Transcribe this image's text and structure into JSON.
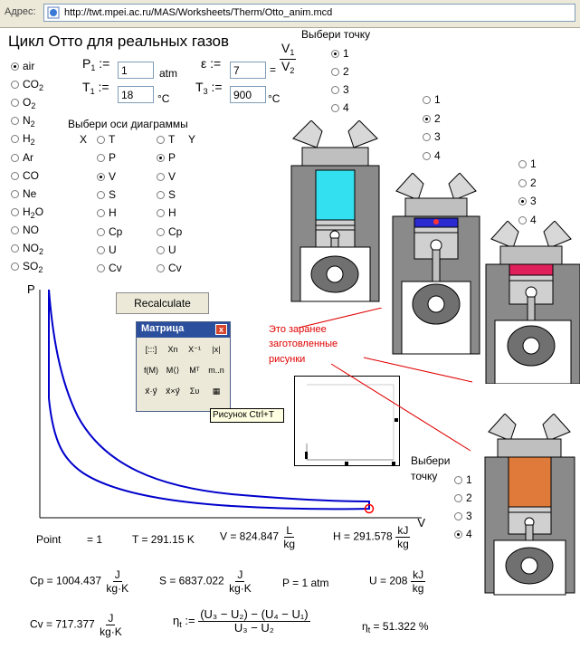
{
  "browser": {
    "address_label": "Адрес:",
    "url": "http://twt.mpei.ac.ru/MAS/Worksheets/Therm/Otto_anim.mcd"
  },
  "title": "Цикл Отто для реальных газов",
  "gases": [
    {
      "label": "air",
      "sub": "",
      "selected": true
    },
    {
      "label": "CO",
      "sub": "2",
      "selected": false
    },
    {
      "label": "O",
      "sub": "2",
      "selected": false
    },
    {
      "label": "N",
      "sub": "2",
      "selected": false
    },
    {
      "label": "H",
      "sub": "2",
      "selected": false
    },
    {
      "label": "Ar",
      "sub": "",
      "selected": false
    },
    {
      "label": "CO",
      "sub": "",
      "selected": false
    },
    {
      "label": "Ne",
      "sub": "",
      "selected": false
    },
    {
      "label": "H",
      "sub": "2",
      "after": "O",
      "selected": false
    },
    {
      "label": "NO",
      "sub": "",
      "selected": false
    },
    {
      "label": "NO",
      "sub": "2",
      "selected": false
    },
    {
      "label": "SO",
      "sub": "2",
      "selected": false
    }
  ],
  "inputs": {
    "p1_label": "P",
    "p1_sub": "1",
    "p1_value": "1",
    "p1_unit": "atm",
    "t1_label": "T",
    "t1_sub": "1",
    "t1_value": "18",
    "t1_unit": "°C",
    "eps_label": "ε",
    "eps_value": "7",
    "eps_num": "V",
    "eps_num_sub": "1",
    "eps_den": "V",
    "eps_den_sub": "2",
    "t3_label": "T",
    "t3_sub": "3",
    "t3_value": "900",
    "t3_unit": "°C",
    "assign": ":="
  },
  "point_select_top": {
    "title": "Выбери точку",
    "options": [
      "1",
      "2",
      "3",
      "4"
    ],
    "selected": "1"
  },
  "point_select_2": {
    "options": [
      "1",
      "2",
      "3",
      "4"
    ],
    "selected": "2"
  },
  "point_select_3": {
    "options": [
      "1",
      "2",
      "3",
      "4"
    ],
    "selected": "3"
  },
  "point_select_bottom": {
    "title": "Выбери",
    "title2": "точку",
    "options": [
      "1",
      "2",
      "3",
      "4"
    ],
    "selected": "4"
  },
  "axes": {
    "title": "Выбери оси диаграммы",
    "x_label": "X",
    "y_label": "Y",
    "x_options": [
      "T",
      "P",
      "V",
      "S",
      "H",
      "Cp",
      "U",
      "Cv"
    ],
    "x_selected": "V",
    "y_options": [
      "T",
      "P",
      "V",
      "S",
      "H",
      "Cp",
      "U",
      "Cv"
    ],
    "y_selected": "P"
  },
  "recalc_label": "Recalculate",
  "matrix_toolbar": {
    "title": "Матрица",
    "close": "x",
    "buttons": [
      "[:::]",
      "Xn",
      "X⁻¹",
      "|x|",
      "f(M)",
      "M⟨⟩",
      "Mᵀ",
      "m..n",
      "x⃗·y⃗",
      "x⃗×y⃗",
      "Συ",
      "▦"
    ],
    "tooltip": "Рисунок Ctrl+T"
  },
  "annotation": {
    "line1": "Это заранее",
    "line2": "заготовленные",
    "line3": "рисунки"
  },
  "chart_data": {
    "type": "line",
    "xlabel": "V",
    "ylabel": "P",
    "title": "",
    "grid": false,
    "series": [
      {
        "values": "compression-expansion cycle curves (P vs V)"
      }
    ],
    "marker": "red open circle at point 1"
  },
  "results": {
    "point_label": "Point",
    "point_value": "= 1",
    "T": "T = 291.15 K",
    "V": "V = 824.847",
    "V_unit_num": "L",
    "V_unit_den": "kg",
    "H": "H = 291.578",
    "H_unit_num": "kJ",
    "H_unit_den": "kg",
    "Cp": "Cp = 1004.437",
    "Cp_unit_num": "J",
    "Cp_unit_den": "kg·K",
    "S": "S = 6837.022",
    "S_unit_num": "J",
    "S_unit_den": "kg·K",
    "P": "P = 1 atm",
    "U": "U = 208",
    "U_unit_num": "kJ",
    "U_unit_den": "kg",
    "Cv": "Cv = 717.377",
    "Cv_unit_num": "J",
    "Cv_unit_den": "kg·K",
    "eta_label": "η",
    "eta_sub": "t",
    "eta_assign": ":=",
    "eta_num": "(U₃ − U₂) − (U₄ − U₁)",
    "eta_den": "U₃ − U₂",
    "eta_result": "= 51.322 %"
  },
  "colors": {
    "curve": "#0000cc",
    "marker": "#ff0000",
    "annotation": "#e00000",
    "cyl_point1": "#33e0f0",
    "cyl_point2": "#2a2ad0",
    "cyl_point3": "#e0205a",
    "cyl_point4": "#e07a3a"
  }
}
